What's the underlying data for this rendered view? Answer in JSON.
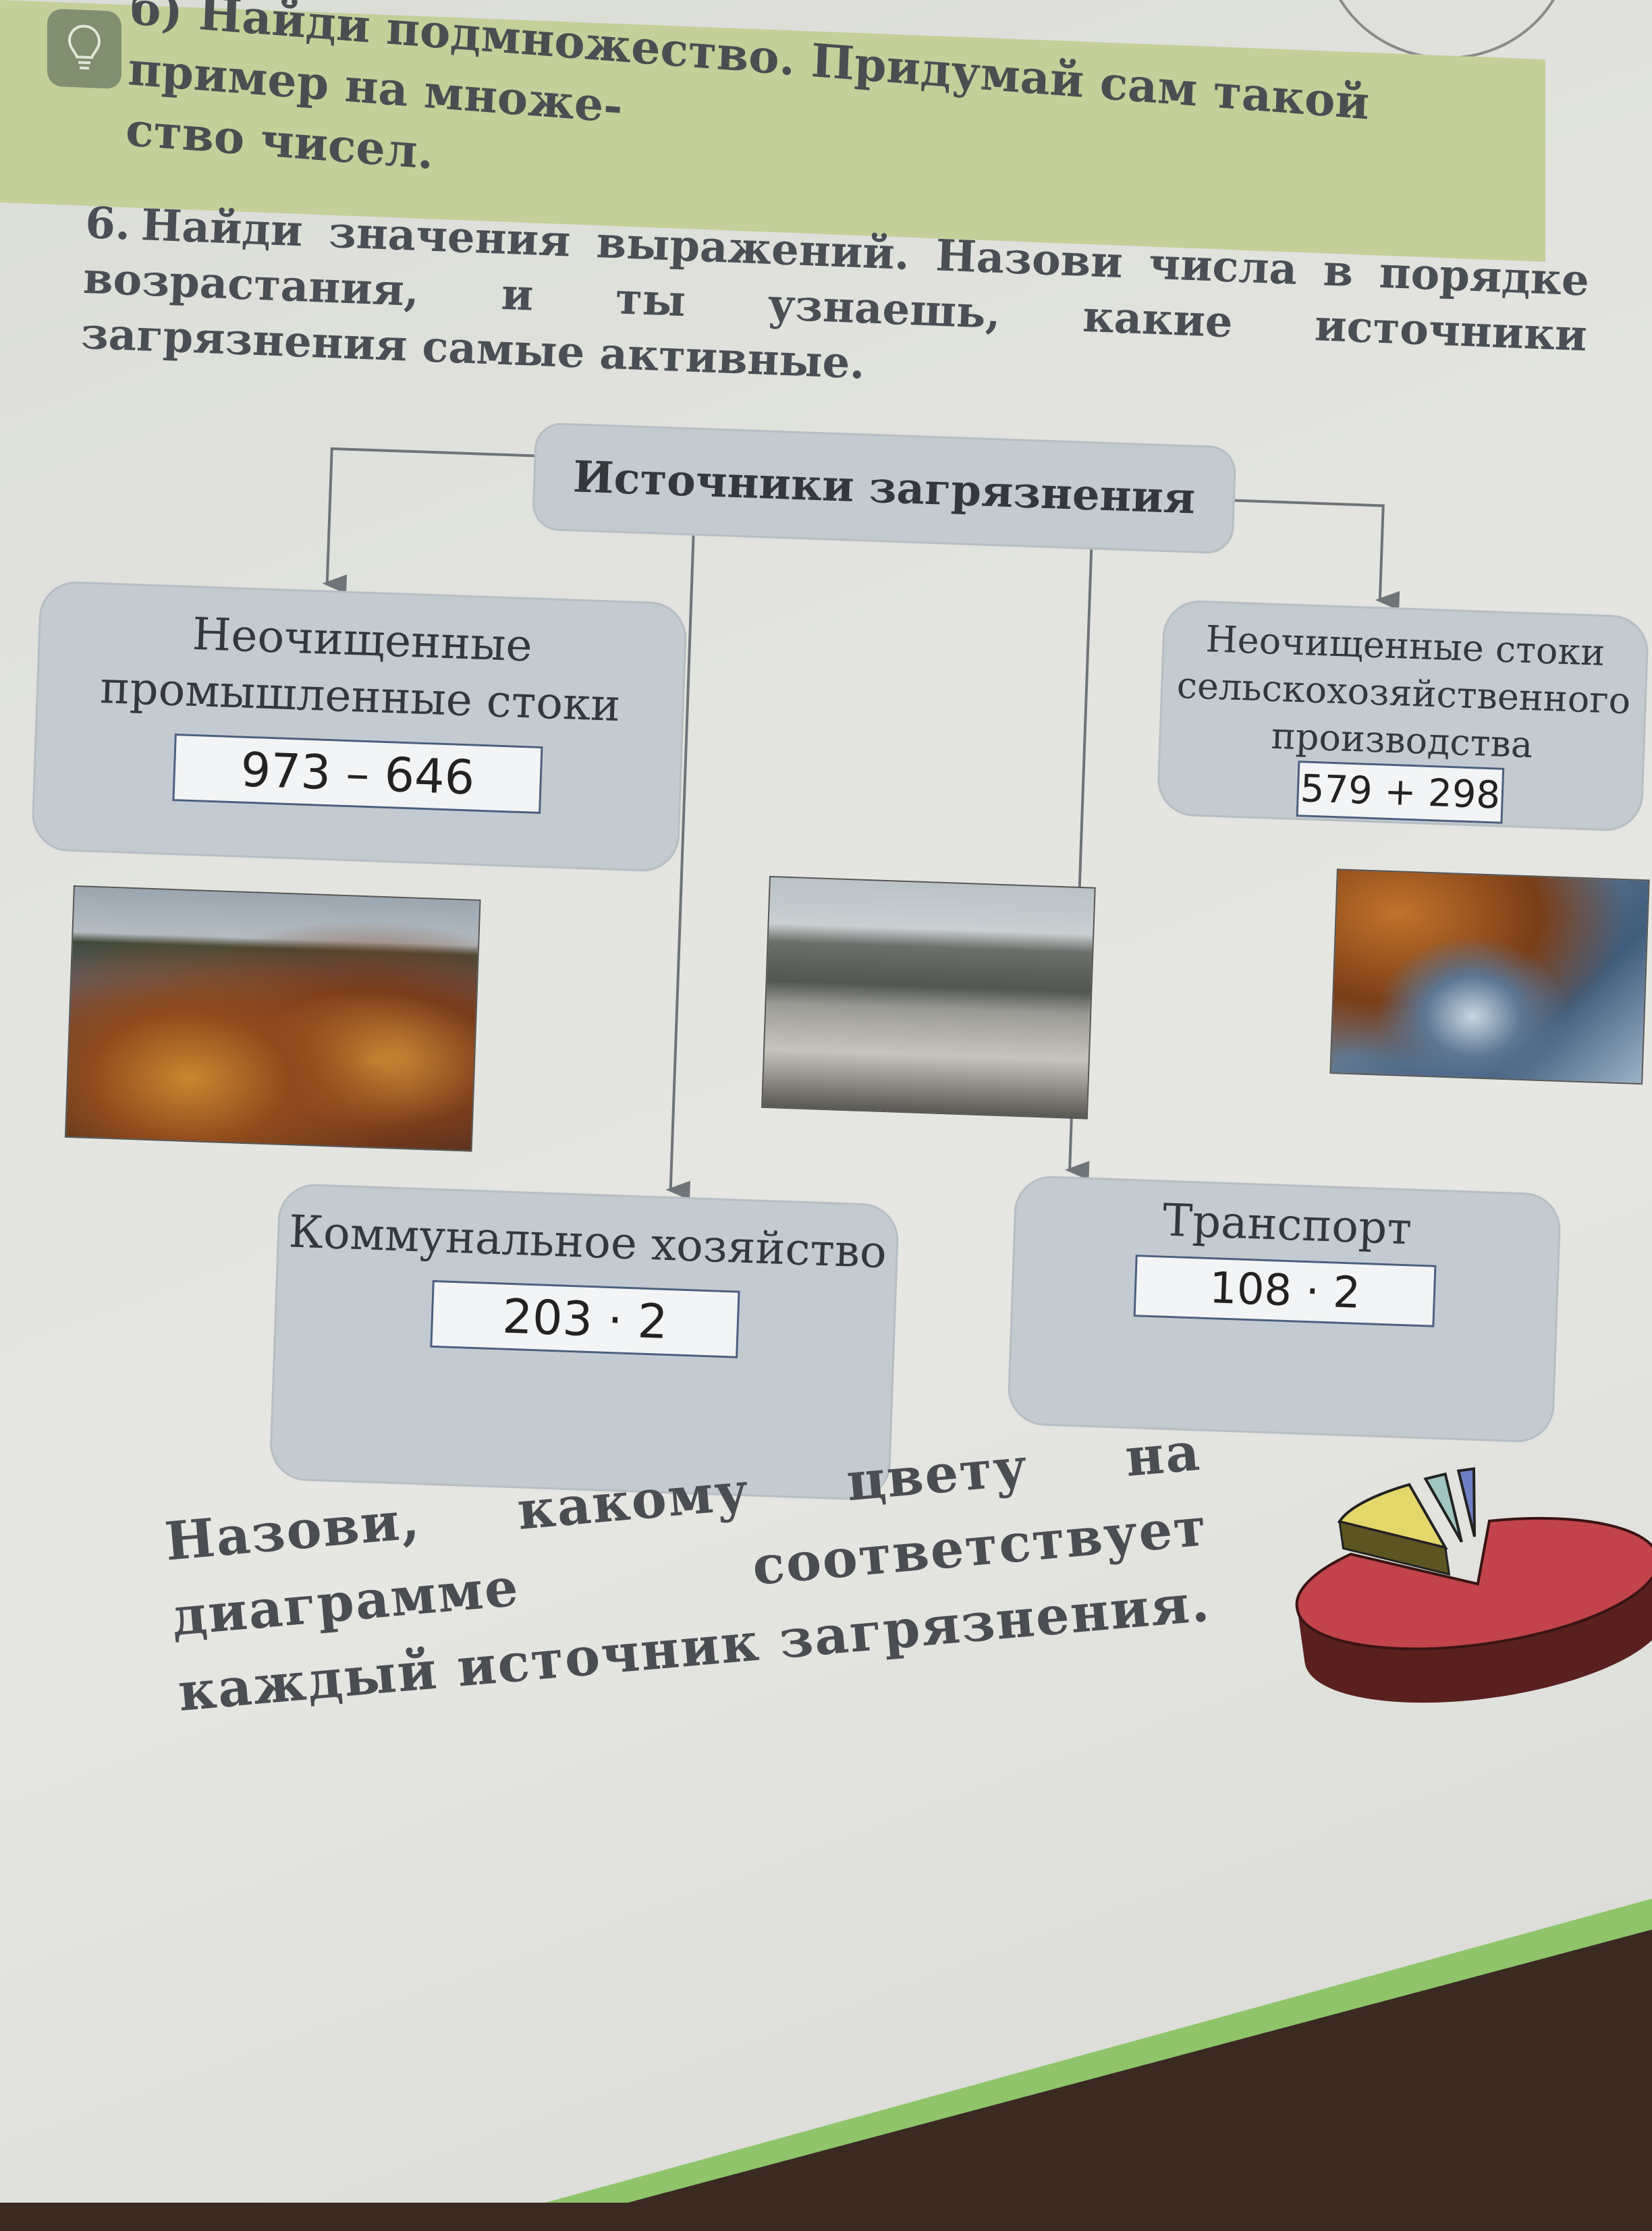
{
  "hint": {
    "text": "б) Найди подмножество. Придумай сам такой пример на множе-\nство чисел."
  },
  "task": {
    "number": "6.",
    "text": "Найди значения выражений. Назови числа в порядке возрастания, и ты узнаешь, какие источники загрязнения самые активные."
  },
  "diagram": {
    "root": "Источники загрязнения",
    "nodes": [
      {
        "label": "Неочищенные промышленные стоки",
        "expression": "973 – 646"
      },
      {
        "label": "Неочищенные стоки сельскохозяйственного производства",
        "expression": "579 + 298"
      },
      {
        "label": "Коммунальное хозяйство",
        "expression": "203 · 2"
      },
      {
        "label": "Транспорт",
        "expression": "108 · 2"
      }
    ]
  },
  "question": "Назови, какому цвету на диаграмме соответствует каждый источник загрязнения.",
  "colors": {
    "pie_red": "#c2434a",
    "pie_yellow": "#e3d76a",
    "pie_teal": "#9fc6c0",
    "pie_blue": "#6f7fc4",
    "box": "#c3cbd1"
  }
}
